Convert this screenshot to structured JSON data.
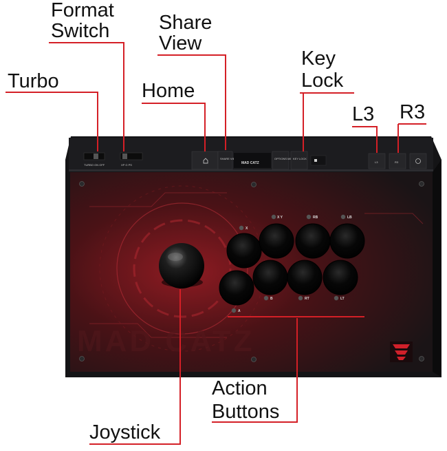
{
  "callouts": {
    "format_switch": {
      "line1": "Format",
      "line2": "Switch"
    },
    "share_view": {
      "line1": "Share",
      "line2": "View"
    },
    "turbo": "Turbo",
    "home": "Home",
    "key_lock": {
      "line1": "Key",
      "line2": "Lock"
    },
    "l3": "L3",
    "r3": "R3",
    "action_buttons": {
      "line1": "Action",
      "line2": "Buttons"
    },
    "joystick": "Joystick"
  },
  "panel": {
    "turbo_sw": "TURBO ON  OFF",
    "format_sw": "XP  G  PS",
    "share_btn": "SHARE VIEW",
    "brand": "MAD CATZ",
    "options_btn": "OPTIONS MENU",
    "lock_btn": "KEY LOCK",
    "l3_btn": "L3",
    "r3_btn": "R3"
  },
  "button_legends": {
    "top_row": [
      "X  Y",
      "RB",
      "LB"
    ],
    "top_left": "X",
    "bottom_row": [
      "B",
      "RT",
      "LT"
    ],
    "bottom_left": "A"
  },
  "colors": {
    "callout_line": "#d41f26",
    "case": "#141416",
    "panel_glow": "#8e1b22",
    "button": "#050505",
    "logo": "#d0202a"
  }
}
